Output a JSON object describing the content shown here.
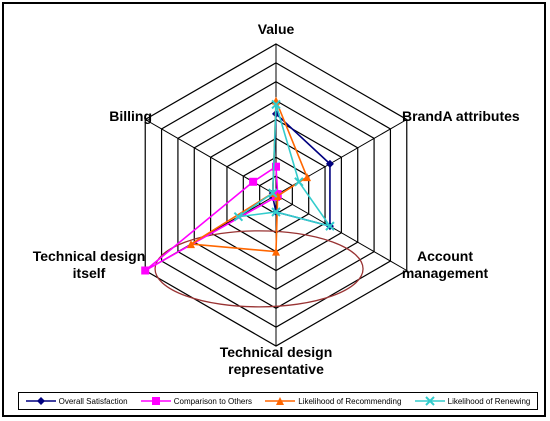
{
  "chart_data": {
    "type": "radar",
    "title": "",
    "categories": [
      "Value",
      "BrandA attributes",
      "Account management",
      "Technical design representative",
      "Technical design itself",
      "Billing"
    ],
    "rings": 8,
    "range": [
      0,
      8
    ],
    "grid": true,
    "legend_position": "bottom",
    "series": [
      {
        "name": "Overall Satisfaction",
        "color": "#000080",
        "marker": "diamond",
        "values": [
          4.3,
          3.3,
          3.3,
          0.9,
          0.2,
          0.2
        ]
      },
      {
        "name": "Comparison to Others",
        "color": "#ff00ff",
        "marker": "square",
        "values": [
          1.5,
          0.1,
          0.1,
          0.1,
          8.0,
          1.4
        ]
      },
      {
        "name": "Likelihood of Recommending",
        "color": "#ff6600",
        "marker": "triangle",
        "values": [
          5.0,
          1.9,
          0.1,
          3.0,
          5.2,
          0.2
        ]
      },
      {
        "name": "Likelihood of Renewing",
        "color": "#33cccc",
        "marker": "x",
        "values": [
          4.8,
          1.4,
          3.3,
          0.9,
          2.3,
          0.2
        ]
      }
    ],
    "annotation": {
      "shape": "ellipse",
      "color": "#993333"
    }
  },
  "axis_labels": {
    "value": "Value",
    "brand": "BrandA attributes",
    "account_1": "Account",
    "account_2": "management",
    "tdr_1": "Technical design",
    "tdr_2": "representative",
    "tdi_1": "Technical design",
    "tdi_2": "itself",
    "billing": "Billing"
  },
  "legend": {
    "items": [
      "Overall Satisfaction",
      "Comparison to Others",
      "Likelihood of Recommending",
      "Likelihood of Renewing"
    ]
  }
}
